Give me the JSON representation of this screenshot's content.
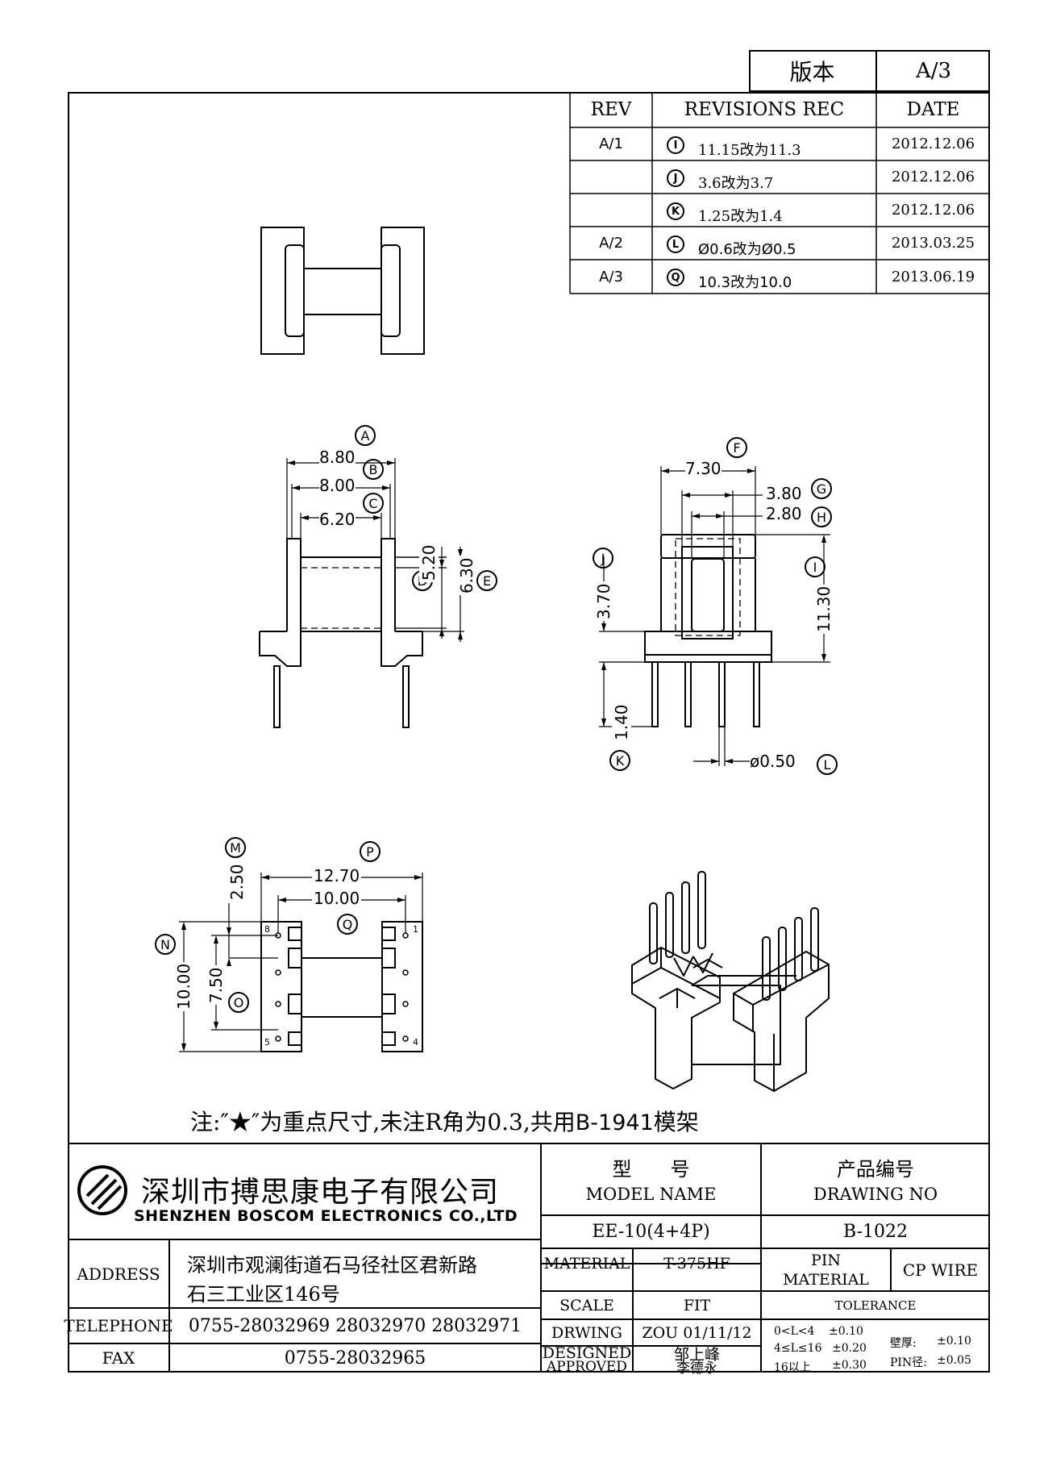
{
  "version_box": {
    "label": "版本",
    "value": "A/3"
  },
  "revisions": {
    "headers": {
      "rev": "REV",
      "rec": "REVISIONS REC",
      "date": "DATE"
    },
    "rows": [
      {
        "rev": "A/1",
        "mark": "I",
        "text": "11.15改为11.3",
        "date": "2012.12.06"
      },
      {
        "rev": "",
        "mark": "J",
        "text": "3.6改为3.7",
        "date": "2012.12.06"
      },
      {
        "rev": "",
        "mark": "K",
        "text": "1.25改为1.4",
        "date": "2012.12.06"
      },
      {
        "rev": "A/2",
        "mark": "L",
        "text": "Ø0.6改为Ø0.5",
        "date": "2013.03.25"
      },
      {
        "rev": "A/3",
        "mark": "Q",
        "text": "10.3改为10.0",
        "date": "2013.06.19"
      }
    ]
  },
  "dims_front": {
    "a_mark": "A",
    "a_val": "8.80",
    "b_mark": "B",
    "b_val": "8.00",
    "c_mark": "C",
    "c_val": "6.20",
    "d_mark": "D",
    "d_val": "5.20",
    "e_mark": "E",
    "e_val": "6.30"
  },
  "dims_side": {
    "f_mark": "F",
    "f_val": "7.30",
    "g_mark": "G",
    "g_val": "3.80",
    "h_mark": "H",
    "h_val": "2.80",
    "i_mark": "I",
    "i_val": "11.30",
    "j_mark": "J",
    "j_val": "3.70",
    "k_mark": "K",
    "k_val": "1.40",
    "l_mark": "L",
    "l_val": "ø0.50"
  },
  "dims_bottom": {
    "m_mark": "M",
    "m_val": "2.50",
    "p_mark": "P",
    "p_val": "12.70",
    "q_mark": "Q",
    "q_val": "10.00",
    "n_mark": "N",
    "n_val": "10.00",
    "o_mark": "O",
    "o_val": "7.50",
    "pin8": "8",
    "pin1": "1",
    "pin5": "5",
    "pin4": "4"
  },
  "note": {
    "prefix": "注:″★″为重点尺寸,未注R角为0.3,共用",
    "part": "B-1941",
    "suffix": "模架"
  },
  "company": {
    "name_cn": "深圳市搏思康电子有限公司",
    "name_en": "SHENZHEN BOSCOM ELECTRONICS CO.,LTD"
  },
  "address": {
    "label": "ADDRESS",
    "line1": "深圳市观澜街道石马径社区君新路",
    "line2": "石三工业区146号"
  },
  "telephone": {
    "label": "TELEPHONE",
    "value": "0755-28032969 28032970 28032971"
  },
  "fax": {
    "label": "FAX",
    "value": "0755-28032965"
  },
  "model": {
    "label_cn": "型　　号",
    "label_en": "MODEL NAME",
    "value": "EE-10(4+4P)"
  },
  "drawing": {
    "label_cn": "产品编号",
    "label_en": "DRAWING NO",
    "value": "B-1022"
  },
  "material": {
    "label": "MATERIAL",
    "value": "T-375HF"
  },
  "scale": {
    "label": "SCALE",
    "value": "FIT"
  },
  "drwing": {
    "label": "DRWING",
    "value": "ZOU 01/11/12"
  },
  "designed": {
    "label": "DESIGNED",
    "value": "邹上峰"
  },
  "approved": {
    "label": "APPROVED",
    "value": "李德永"
  },
  "pin_material": {
    "label1": "PIN",
    "label2": "MATERIAL",
    "value": "CP WIRE"
  },
  "tolerance": {
    "title": "TOLERANCE",
    "r1": "0<L<4",
    "r1v": "±0.10",
    "r2": "4≤L≤16",
    "r2v": "±0.20",
    "r3": "16以上",
    "r3v": "±0.30",
    "wall": "壁厚:",
    "wall_v": "±0.10",
    "pin": "PIN径:",
    "pin_v": "±0.05"
  }
}
